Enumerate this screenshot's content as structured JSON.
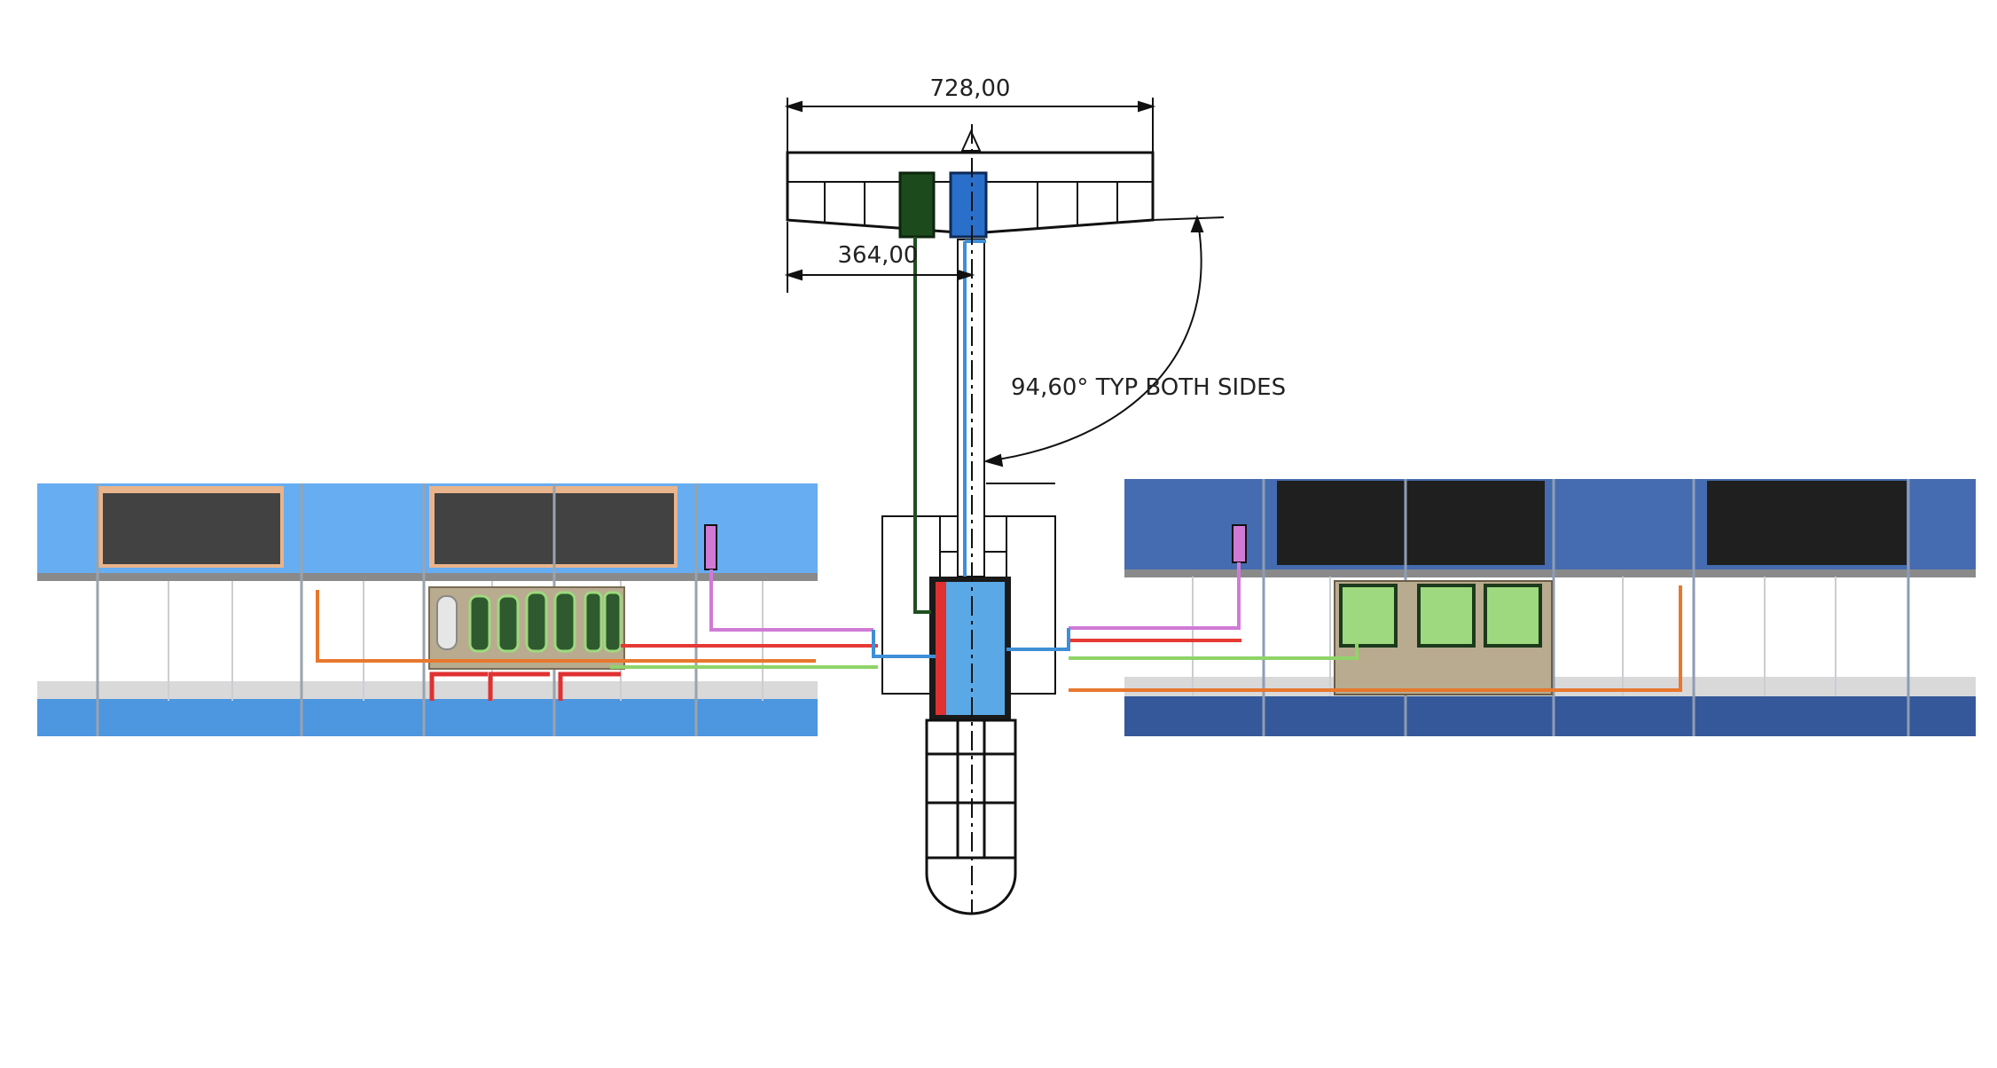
{
  "dimensions": {
    "total_width": "728,00",
    "half_width": "364,00",
    "angle_note": "94,60° TYP BOTH SIDES"
  },
  "colors": {
    "left_module": "#66adf2",
    "left_module_dark": "#4d96e0",
    "right_module": "#456cb0",
    "right_module_dark": "#35589a",
    "panel_dark": "#424242",
    "panel_black": "#1f1f1f",
    "tube_gray": "#d9d9d9",
    "wire_orange": "#e8772e",
    "wire_red": "#e53935",
    "wire_green": "#8fd46a",
    "wire_pink": "#d07ad6",
    "wire_blue": "#3f8fd6",
    "wire_dark_green": "#1f4f1f",
    "box_green": "#1c4a1c",
    "box_blue": "#2a6fc9",
    "core_blue": "#5aa9e6",
    "core_red": "#e03131",
    "light_green": "#9ed97f",
    "board_tan": "#b9ab8f"
  }
}
